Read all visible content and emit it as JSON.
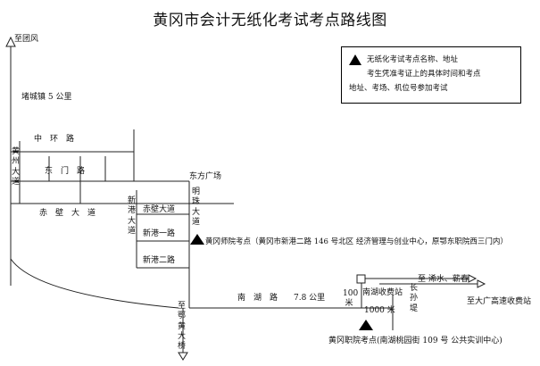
{
  "title": "黄冈市会计无纸化考试考点路线图",
  "legend": {
    "line1": "无纸化考试考点名称、地址",
    "line2": "考生凭准考证上的具体时间和考点",
    "line3": "地址、考场、机位号参加考试"
  },
  "labels": {
    "to_tuanfeng": "至团风",
    "duchengzhen": "堵城镇 5 公里",
    "zhonghuan_lu": "中　环　路",
    "huangzhou_dadao": "黄州大道",
    "dongmen_lu": "东　门　路",
    "dongfang_guangchang": "东方广场",
    "chibi_dadao": "赤　壁　大　道",
    "xingang_dadao": "新港大道",
    "chibi_dadao_short": "赤壁大道",
    "mingzhu_dadao": "明珠大道",
    "xingang_yilu": "新港一路",
    "xingang_erlu": "新港二路",
    "huanggang_normal_exam": "黄冈师院考点（黄冈市新港二路 146 号北区  经济管理与创业中心，原鄂东职院西三门内）",
    "nanhu_lu": "南　湖　路　　7.8 公里",
    "dist_100m": "100 米",
    "toll_station": "南湖收费站",
    "changsun_di": "长孙堤",
    "dist_1000m": "1000 米",
    "to_xishui": "至  浠水、蕲春",
    "to_highway": "至大广高速收费站",
    "to_ehuang_bridge": "至鄂黄大桥",
    "vocational_exam": "黄冈职院考点(南湖桃园街 109 号  公共实训中心)"
  }
}
